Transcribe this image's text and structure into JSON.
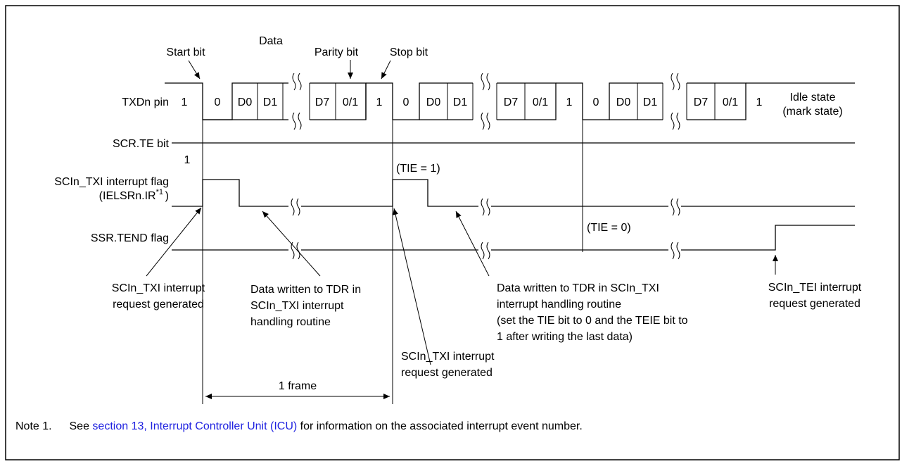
{
  "labels": {
    "data": "Data",
    "start_bit": "Start bit",
    "parity_bit": "Parity bit",
    "stop_bit": "Stop bit",
    "txd_pin": "TXDn pin",
    "scr_te_bit": "SCR.TE bit",
    "txi_flag_line1": "SCIn_TXI interrupt flag",
    "txi_flag_line2": "(IELSRn.IR",
    "txi_flag_sup": "*1",
    "txi_flag_close": ")",
    "ssr_tend": "SSR.TEND flag",
    "idle_state": "Idle state",
    "mark_state": "(mark state)",
    "te_value": "1",
    "tie_1": "(TIE = 1)",
    "tie_0": "(TIE = 0)",
    "frame": "1 frame"
  },
  "bits": [
    "1",
    "0",
    "D0",
    "D1",
    "D7",
    "0/1",
    "1"
  ],
  "annotations": {
    "txi_req_1": [
      "SCIn_TXI interrupt",
      "request generated"
    ],
    "data_written_1": [
      "Data written to TDR in",
      "SCIn_TXI interrupt",
      "handling routine"
    ],
    "txi_req_2": [
      "SCIn_TXI interrupt",
      "request generated"
    ],
    "data_written_2": [
      "Data written to TDR in SCIn_TXI",
      "interrupt handling routine",
      "(set the TIE bit to 0 and the TEIE bit to",
      "1 after writing the last data)"
    ],
    "tei_req": [
      "SCIn_TEI interrupt",
      "request generated"
    ]
  },
  "note": {
    "prefix": "Note 1.",
    "see": "See",
    "link": "section 13, Interrupt Controller Unit (ICU)",
    "suffix": "for information on the associated interrupt event number."
  }
}
